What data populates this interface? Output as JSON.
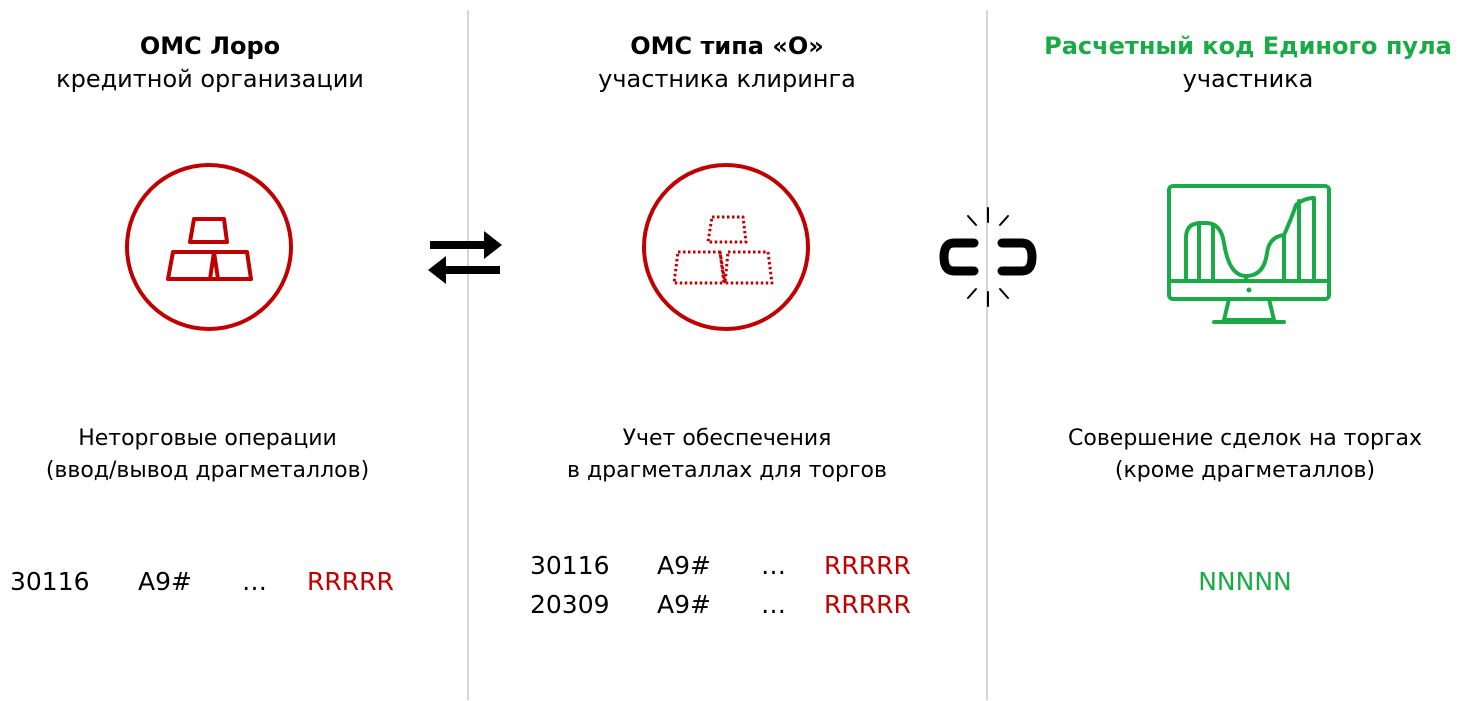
{
  "colors": {
    "red": "#c00000",
    "green": "#1aab48",
    "divider": "#d6d6d6"
  },
  "columns": [
    {
      "title": "ОМС Лоро",
      "subtitle": "кредитной организации",
      "icon": "gold-bars-icon",
      "desc_line1": "Неторговые операции",
      "desc_line2": "(ввод/вывод драгметаллов)",
      "codes": [
        {
          "prefix": "30116",
          "mid": "A9#",
          "dots": "…",
          "suffix": "RRRRR"
        }
      ]
    },
    {
      "title": "ОМС типа «О»",
      "subtitle": "участника клиринга",
      "icon": "dotted-gold-bars-icon",
      "desc_line1": "Учет обеспечения",
      "desc_line2": "в драгметаллах для торгов",
      "codes": [
        {
          "prefix": "30116",
          "mid": "A9#",
          "dots": "…",
          "suffix": "RRRRR"
        },
        {
          "prefix": "20309",
          "mid": "A9#",
          "dots": "…",
          "suffix": "RRRRR"
        }
      ]
    },
    {
      "title": "Расчетный код Единого пула",
      "subtitle": "участника",
      "icon": "trading-monitor-icon",
      "desc_line1": "Совершение сделок на торгах",
      "desc_line2": "(кроме драгметаллов)",
      "codes": [
        {
          "value": "NNNNN"
        }
      ]
    }
  ],
  "connectors": [
    "exchange-arrows-icon",
    "broken-link-icon"
  ]
}
